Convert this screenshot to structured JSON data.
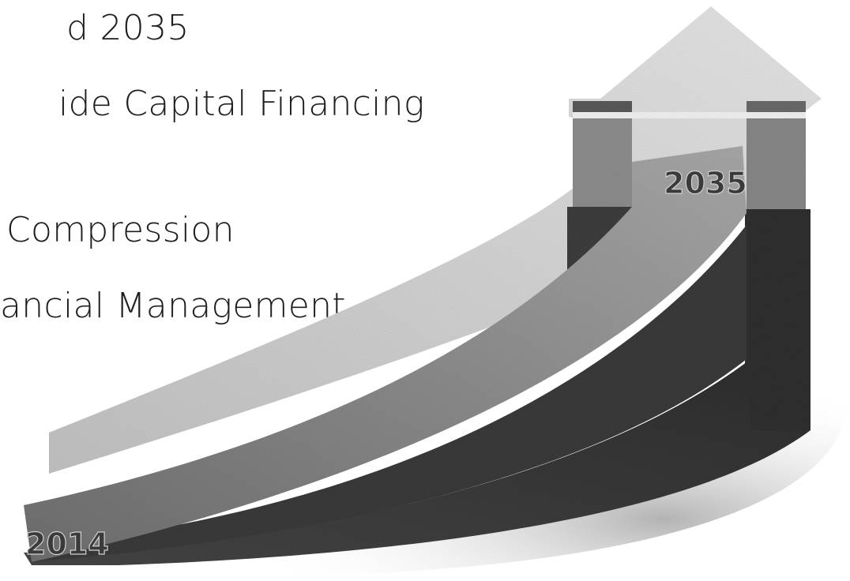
{
  "bullets": [
    "d 2035",
    "ide Capital Financing",
    "Compression",
    "ancial Management"
  ],
  "graphic": {
    "start_year": "2014",
    "end_year": "2035",
    "colors": {
      "light_band": "#c8c8c8",
      "mid_band": "#808080",
      "dark_band": "#4a4a4a",
      "column_dark": "#2f2f2f",
      "column_top": "#8a8a8a"
    }
  }
}
